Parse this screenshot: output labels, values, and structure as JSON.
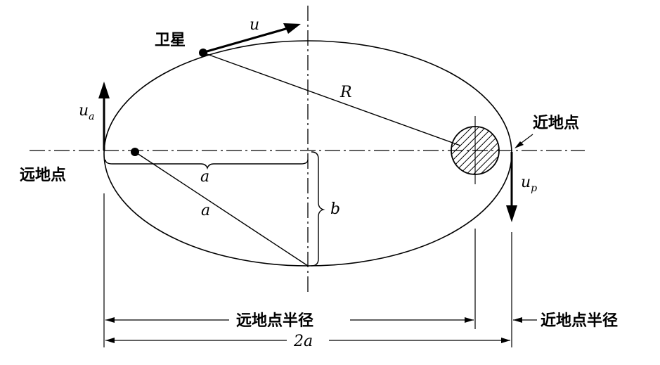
{
  "labels": {
    "satellite": "卫星",
    "perigee": "近地点",
    "apogee": "远地点",
    "apogee_radius": "远地点半径",
    "perigee_radius": "近地点半径"
  },
  "symbols": {
    "velocity": "u",
    "apogee_velocity_base": "u",
    "apogee_velocity_sub": "a",
    "perigee_velocity_base": "u",
    "perigee_velocity_sub": "p",
    "radius": "R",
    "semi_major_1": "a",
    "semi_major_2": "a",
    "semi_minor": "b",
    "major_axis": "2a"
  },
  "colors": {
    "ink": "#000000",
    "background": "#ffffff"
  }
}
